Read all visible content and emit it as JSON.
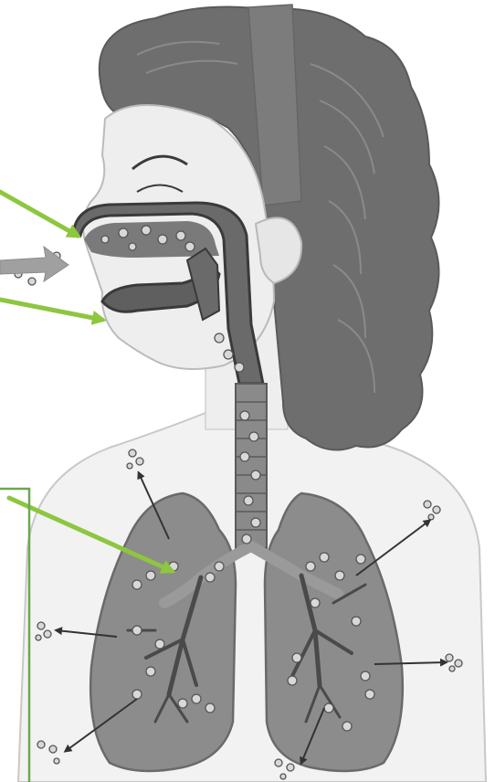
{
  "diagram": {
    "labels": [],
    "colors": {
      "background": "#ffffff",
      "hair": "#6e6e6e",
      "hair_line": "#8a8a8a",
      "skin": "#eeeeee",
      "outline": "#3a3a3a",
      "airway": "#6a6a6a",
      "lung": "#8c8c8c",
      "lung_light": "#a5a5a5",
      "bronchi": "#4a4a4a",
      "pointer_arrow": "#8dc63f",
      "label_bracket": "#6aa84f",
      "flow_arrow": "#333333",
      "inhale_arrow": "#a0a0a0"
    },
    "icons": [
      "nose-pointer-arrow",
      "mouth-pointer-arrow",
      "bronchi-pointer-arrow",
      "inhale-arrow",
      "exhale-arrows",
      "particle-icons"
    ]
  }
}
